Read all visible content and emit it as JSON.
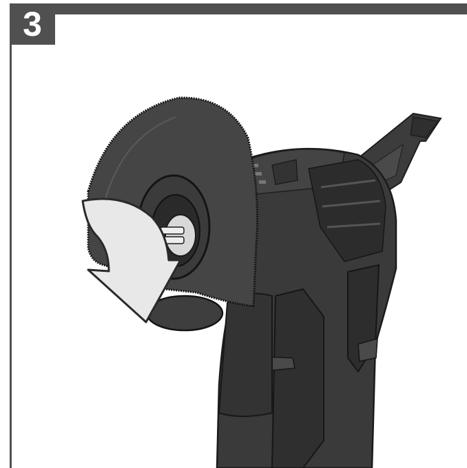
{
  "step": {
    "number": "3"
  },
  "illustration": {
    "subject": "oscillating-multi-tool-blade-release",
    "arrow_direction": "clockwise-down",
    "colors": {
      "frame": "#505050",
      "tool_body": "#3a3a3a",
      "tool_dark": "#2b2b2b",
      "blade": "#454545",
      "arrow_fill": "#e8e8e8",
      "arrow_outline": "#2a2a2a"
    }
  }
}
